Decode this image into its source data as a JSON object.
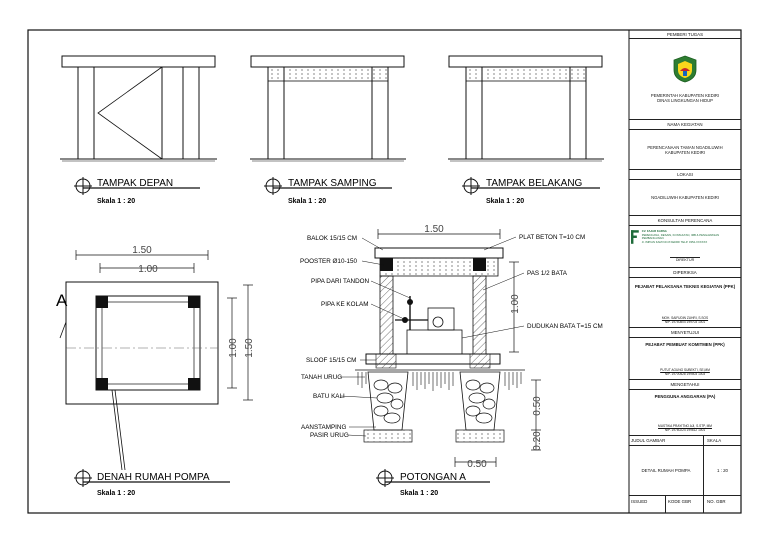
{
  "views": {
    "front": {
      "title": "TAMPAK DEPAN",
      "scale": "Skala 1 : 20"
    },
    "side": {
      "title": "TAMPAK SAMPING",
      "scale": "Skala 1 : 20"
    },
    "back": {
      "title": "TAMPAK BELAKANG",
      "scale": "Skala 1 : 20"
    },
    "plan": {
      "title": "DENAH RUMAH POMPA",
      "scale": "Skala 1 : 20",
      "section_mark": "A",
      "dim_outer": "1.50",
      "dim_inner": "1.00",
      "dim_outer_v": "1.50",
      "dim_inner_v": "1.00"
    },
    "section": {
      "title": "POTONGAN A",
      "scale": "Skala 1 : 20",
      "dim_top": "1.50",
      "dim_height": "1.00",
      "dim_footing_w": "0.50",
      "dim_footing_h1": "0.50",
      "dim_footing_h2": "0.20"
    }
  },
  "labels": {
    "balok": "BALOK 15/15 CM",
    "pooster": "POOSTER Ø10-150",
    "pipa_tandon": "PIPA DARI TANDON",
    "pipa_kolam": "PIPA KE KOLAM",
    "sloof": "SLOOF 15/15 CM",
    "tanah": "TANAH URUG",
    "batu": "BATU KALI",
    "aanstamping": "AANSTAMPING",
    "pasir": "PASIR URUG",
    "plat": "PLAT BETON T=10 CM",
    "pas": "PAS 1/2 BATA",
    "dudukan": "DUDUKAN BATA T=15 CM"
  },
  "titleblock": {
    "pemberi_tugas": "PEMBERI TUGAS",
    "instansi1": "PEMERINTAH KABUPATEN KEDIRI",
    "instansi2": "DINAS LINGKUNGAN HIDUP",
    "nama_kegiatan": "NAMA KEGIATAN",
    "kegiatan1": "PERENCANAAN TAMAN NGADILUWIH",
    "kegiatan2": "KABUPATEN KEDIRI",
    "lokasi": "LOKASI",
    "lokasi_val": "NGADILUWIH KABUPATEN KEDIRI",
    "konsultan": "KONSULTAN PERENCANA",
    "konsultan_name": "CV. FAJAR KARSA",
    "konsultan_addr": "PERENCANA, DESAIN, KONSULTAN, IMB & PENGAWASAN PEMBANGUNAN",
    "konsultan_addr2": "Jl. IMPIAN KAMI NO.8 KEDIRI TELP. 0354-XXXXXX",
    "direktur": "DIREKTUR",
    "diperiksa": "DIPERIKSA",
    "pptk": "PEJABAT PELAKSANA TEKNIS KEGIATAN (PPK)",
    "pptk_name": "MOH. SAIFUDIN ZUHRI, S.SOS",
    "pptk_nip": "NIP. 19740804 199703 1001",
    "menyetujui": "MENYETUJUI",
    "ppk": "PEJABAT PEMBUAT KOMITMEN (PPK)",
    "ppk_name": "PUTUT AGUNG SUBEKTI, SE,MM",
    "ppk_nip": "NIP. 19700528 199503 1003",
    "mengetahui": "MENGETAHUI",
    "pa": "PENGGUNA ANGGARAN (PA)",
    "pa_name": "MUSTIKA PRAYITNO AJI, S.STP, MM",
    "pa_nip": "NIP. 19780224 199612 1001",
    "judul_gambar": "JUDUL GAMBAR",
    "skala": "SKALA",
    "judul_val": "DETAIL RUMAH POMPA",
    "skala_val": "1 : 20",
    "issued": "ISSUED",
    "kode_gbr": "KODE GBR",
    "no_gbr": "NO. GBR"
  }
}
